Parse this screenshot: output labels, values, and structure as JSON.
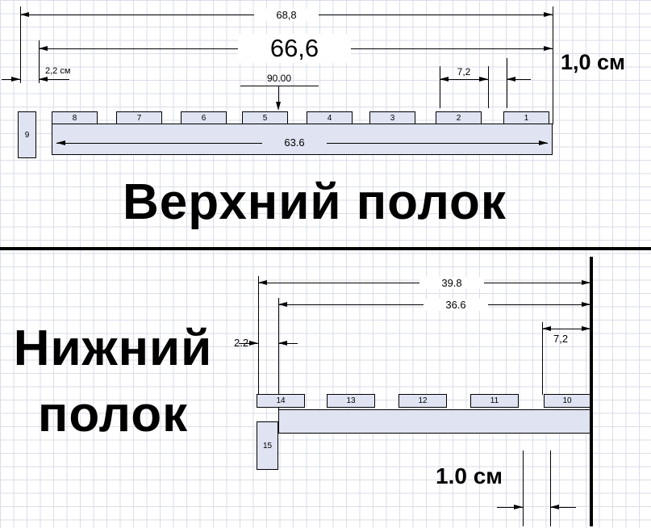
{
  "upper": {
    "title": "Верхний полок",
    "dim_688": "68,8",
    "dim_666": "66,6",
    "dim_22": "2,2 см",
    "dim_10": "1,0 см",
    "dim_72": "7,2",
    "dim_90": "90.00",
    "dim_636": "63.6",
    "slats": [
      "8",
      "7",
      "6",
      "5",
      "4",
      "3",
      "2",
      "1"
    ],
    "side_slat": "9"
  },
  "lower": {
    "title_line1": "Нижний",
    "title_line2": "полок",
    "dim_398": "39.8",
    "dim_366": "36.6",
    "dim_72": "7,2",
    "dim_22": "2.2",
    "dim_10": "1.0 см",
    "slats": [
      "14",
      "13",
      "12",
      "11",
      "10"
    ],
    "side_slat": "15"
  },
  "colors": {
    "slat_fill": "#dfe3f2",
    "line": "#000000",
    "grid": "#dadeea"
  }
}
